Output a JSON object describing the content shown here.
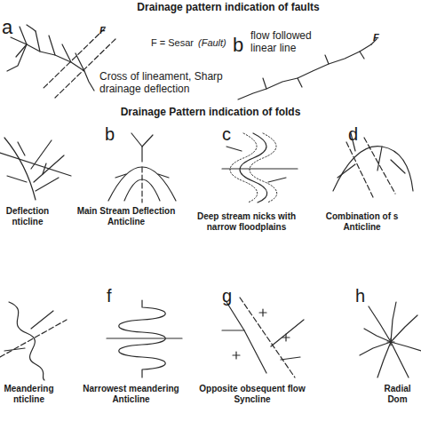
{
  "diagram": {
    "title": "Drainage pattern indication of faults",
    "labels": [
      "a",
      "F",
      "F = Sesar",
      "(Fault)",
      "Cross of lineament, Sharp drainage deflection",
      "b",
      "flow followed linear line",
      "F",
      "Drainage Pattern indication of folds",
      "b",
      "c",
      "d",
      "Deflection nticline",
      "Main Stream Deflection Anticline",
      "Deep stream nicks with narrow floodplains",
      "Combination of s Anticline",
      "f",
      "g",
      "h",
      "Meandering nticline",
      "Narrowest meandering Anticline",
      "Opposite obsequent flow Syncline",
      "Radial Dom"
    ]
  }
}
